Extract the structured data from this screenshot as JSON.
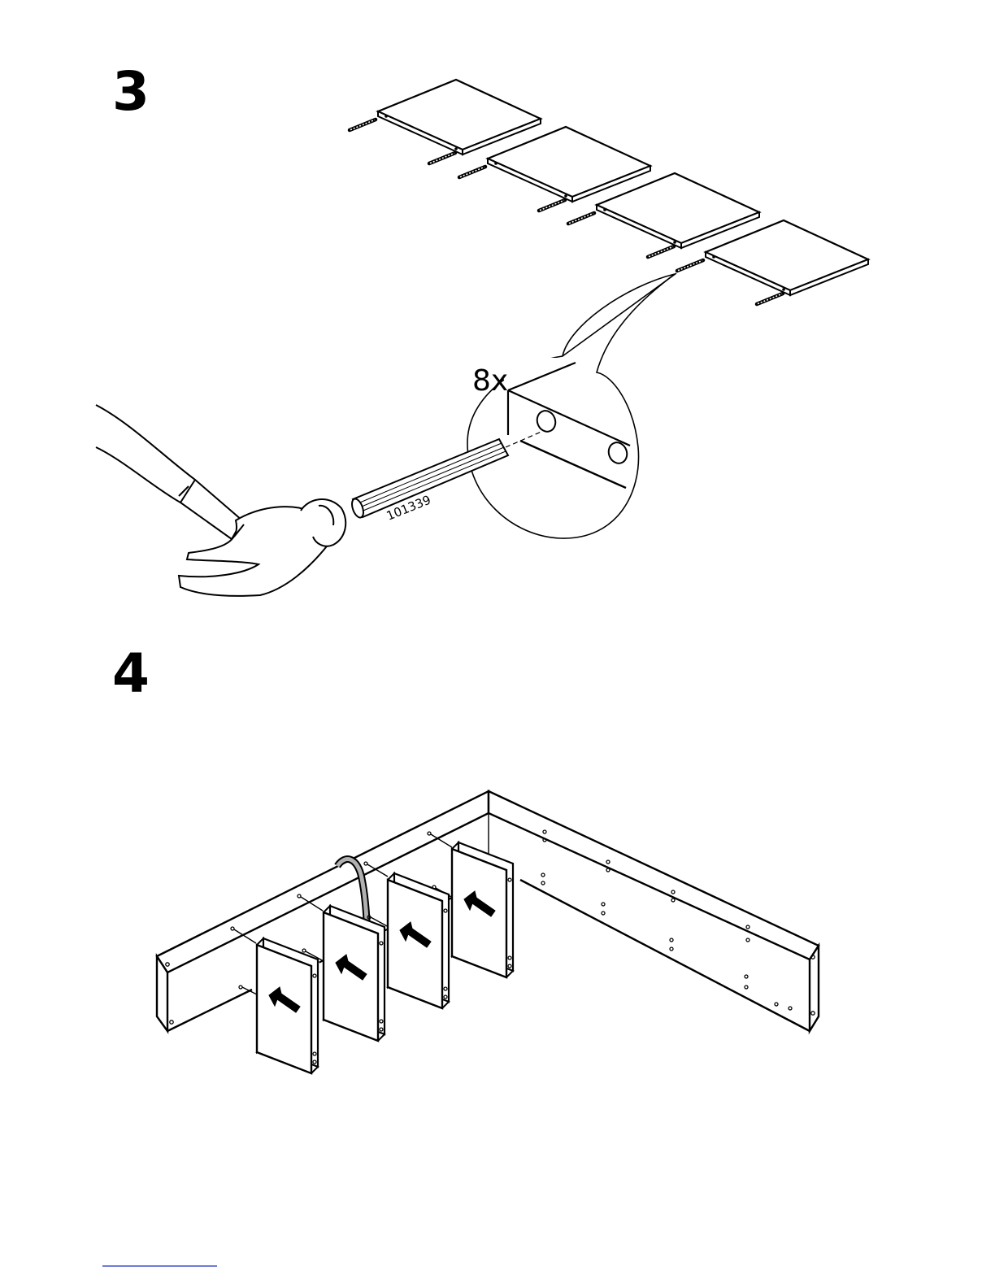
{
  "steps": [
    {
      "number": "3",
      "quantity": "8x",
      "part_number": "101339"
    },
    {
      "number": "4"
    }
  ],
  "colors": {
    "ink": "#000000",
    "paper": "#ffffff",
    "tube": "#b0b0b0",
    "footer_line": "#6f7ad6"
  },
  "icons": [
    "hammer-icon",
    "dowel-icon",
    "shelf-panel-icon",
    "arrow-icon",
    "glue-tube-icon"
  ]
}
